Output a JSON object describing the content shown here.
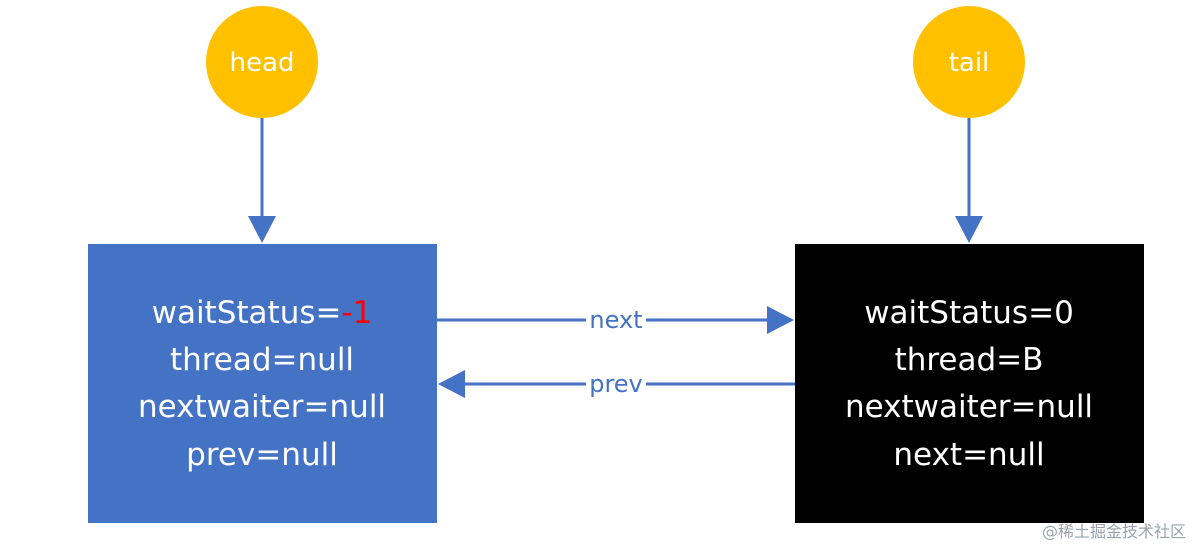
{
  "head_node": {
    "pointer_label": "head",
    "lines": {
      "wait_status_prefix": "waitStatus=",
      "wait_status_value": "-1",
      "thread": "thread=null",
      "nextwaiter": "nextwaiter=null",
      "prev": "prev=null"
    }
  },
  "tail_node": {
    "pointer_label": "tail",
    "lines": {
      "wait_status": "waitStatus=0",
      "thread": "thread=B",
      "nextwaiter": "nextwaiter=null",
      "next": "next=null"
    }
  },
  "edges": {
    "next_label": "next",
    "prev_label": "prev"
  },
  "watermark": "@稀土掘金技术社区",
  "colors": {
    "pointer_circle": "#ffc000",
    "head_box": "#4472c4",
    "tail_box": "#000000",
    "arrow": "#4472c4",
    "highlight": "#ff0000"
  }
}
